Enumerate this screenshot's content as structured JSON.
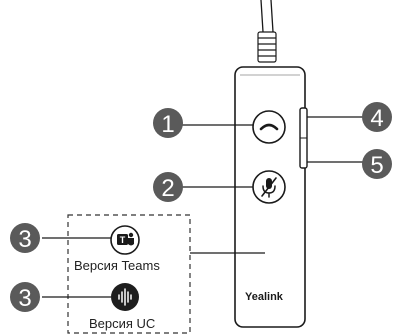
{
  "callouts": [
    {
      "number": "1",
      "target": "hook-button"
    },
    {
      "number": "2",
      "target": "mute-button"
    },
    {
      "number": "3",
      "target": "teams-button"
    },
    {
      "number": "3",
      "target": "uc-button"
    },
    {
      "number": "4",
      "target": "volume-up-button"
    },
    {
      "number": "5",
      "target": "volume-down-button"
    }
  ],
  "labels": {
    "teams_version": "Версия Teams",
    "uc_version": "Версия UC",
    "brand": "Yealink"
  },
  "icons": {
    "hook": "phone-hangup-icon",
    "mute": "mic-off-icon",
    "teams": "teams-logo-icon",
    "uc": "soundwave-icon"
  },
  "colors": {
    "callout_fill": "#5a5a5a",
    "outline": "#1a1a1a",
    "uc_button": "#1e1e1e"
  }
}
